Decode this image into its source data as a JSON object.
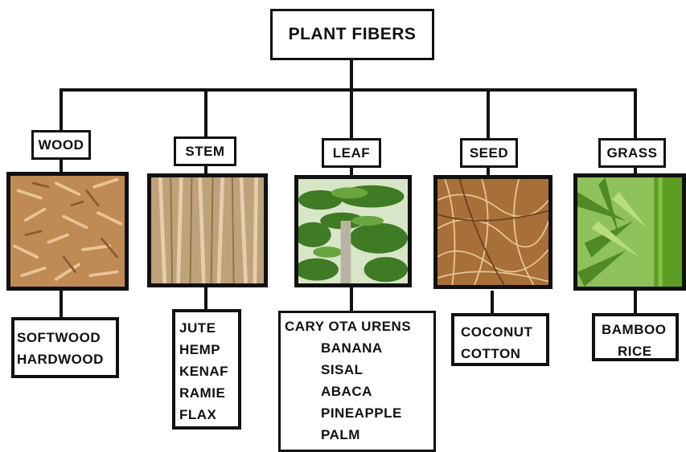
{
  "root": {
    "label": "PLANT FIBERS"
  },
  "categories": [
    {
      "label": "WOOD",
      "fibers": [
        "SOFTWOOD",
        "HARDWOOD"
      ],
      "photo": "wood-chips-photo"
    },
    {
      "label": "STEM",
      "fibers": [
        "JUTE",
        "HEMP",
        "KENAF",
        "RAMIE",
        "FLAX"
      ],
      "photo": "stem-fibers-photo"
    },
    {
      "label": "LEAF",
      "fibers": [
        "CARY OTA URENS",
        "BANANA",
        "SISAL",
        "ABACA",
        "PINEAPPLE",
        "PALM"
      ],
      "photo": "palm-leaf-photo"
    },
    {
      "label": "SEED",
      "fibers": [
        "COCONUT",
        "COTTON"
      ],
      "photo": "coir-fibers-photo"
    },
    {
      "label": "GRASS",
      "fibers": [
        "BAMBOO",
        "RICE"
      ],
      "photo": "bamboo-photo"
    }
  ],
  "colors": {
    "line": "#111111",
    "wood": "#c9955c",
    "stem": "#c2a47c",
    "leaf": "#4d8a2e",
    "seed": "#b07a3c",
    "grass": "#6fa833"
  }
}
